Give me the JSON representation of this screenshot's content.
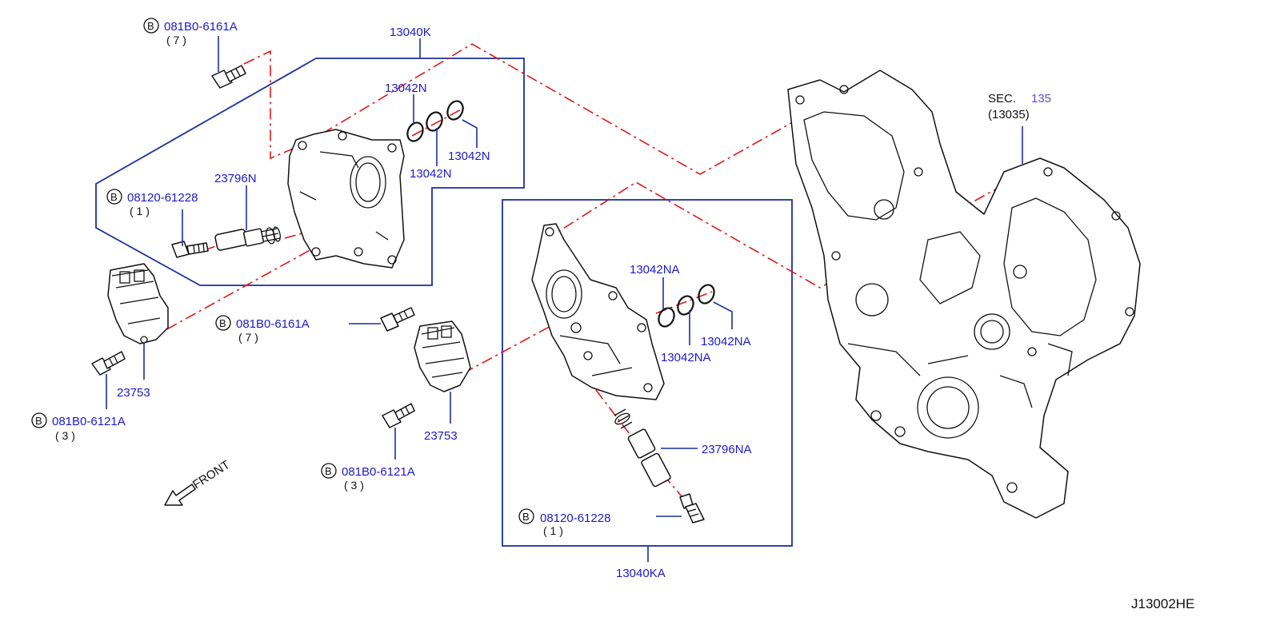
{
  "labels": {
    "bolt_top_code": "081B0-6161A",
    "bolt_top_qty": "( 7 )",
    "cover_asm_upper": "13040K",
    "oring_upper_a": "13042N",
    "oring_upper_b": "13042N",
    "oring_upper_c": "13042N",
    "valve_upper": "23796N",
    "bolt_upper_valve_code": "08120-61228",
    "bolt_upper_valve_qty": "( 1 )",
    "bolt_mid_code": "081B0-6161A",
    "bolt_mid_qty": "( 7 )",
    "actuator_left": "23753",
    "bolt_left_code": "081B0-6121A",
    "bolt_left_qty": "( 3 )",
    "actuator_mid": "23753",
    "bolt_center_code": "081B0-6121A",
    "bolt_center_qty": "( 3 )",
    "front": "FRONT",
    "oring_lower_a": "13042NA",
    "oring_lower_b": "13042NA",
    "oring_lower_c": "13042NA",
    "valve_lower": "23796NA",
    "bolt_lower_valve_code": "08120-61228",
    "bolt_lower_valve_qty": "( 1 )",
    "cover_asm_lower": "13040KA",
    "sec_prefix": "SEC.",
    "sec_number": "135",
    "sec_ref": "(13035)",
    "drawing_id": "J13002HE",
    "b_marker": "B"
  },
  "colors": {
    "label_blue": "#1a1acc",
    "leader_blue": "#1a2f9e",
    "dash_red": "#e01818",
    "line_black": "#111111"
  }
}
